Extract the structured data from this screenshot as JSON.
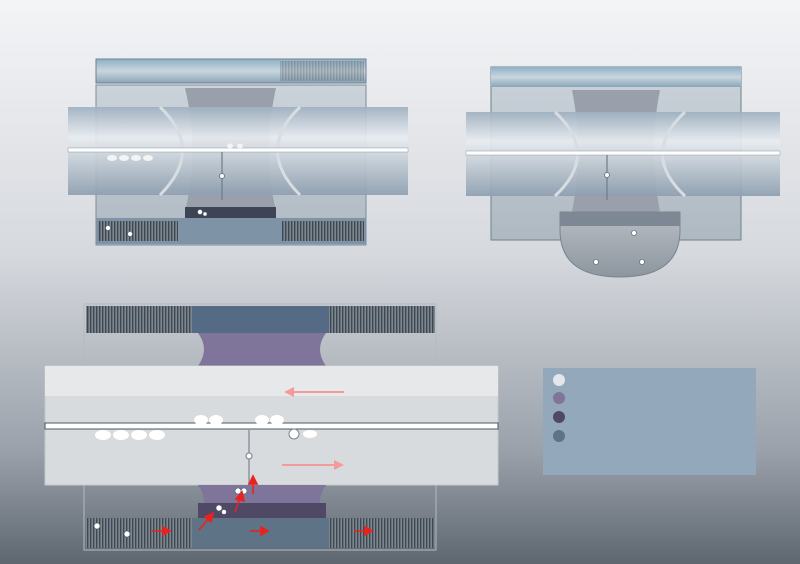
{
  "diagram": {
    "panels": [
      {
        "name": "top-left-schematic"
      },
      {
        "name": "top-right-schematic"
      },
      {
        "name": "bottom-detail-schematic"
      }
    ],
    "legend": {
      "items": [
        {
          "color": "#e3e6ea",
          "label": ""
        },
        {
          "color": "#7f7499",
          "label": ""
        },
        {
          "color": "#4f4966",
          "label": ""
        },
        {
          "color": "#5f7386",
          "label": ""
        }
      ]
    },
    "colors": {
      "tube": "#b8c4d0",
      "chamber": "#6a7890",
      "purple": "#7f7499",
      "dark_purple": "#4f4966",
      "arrow_red": "#e8231f",
      "arrow_pink": "#f39a9c"
    }
  }
}
